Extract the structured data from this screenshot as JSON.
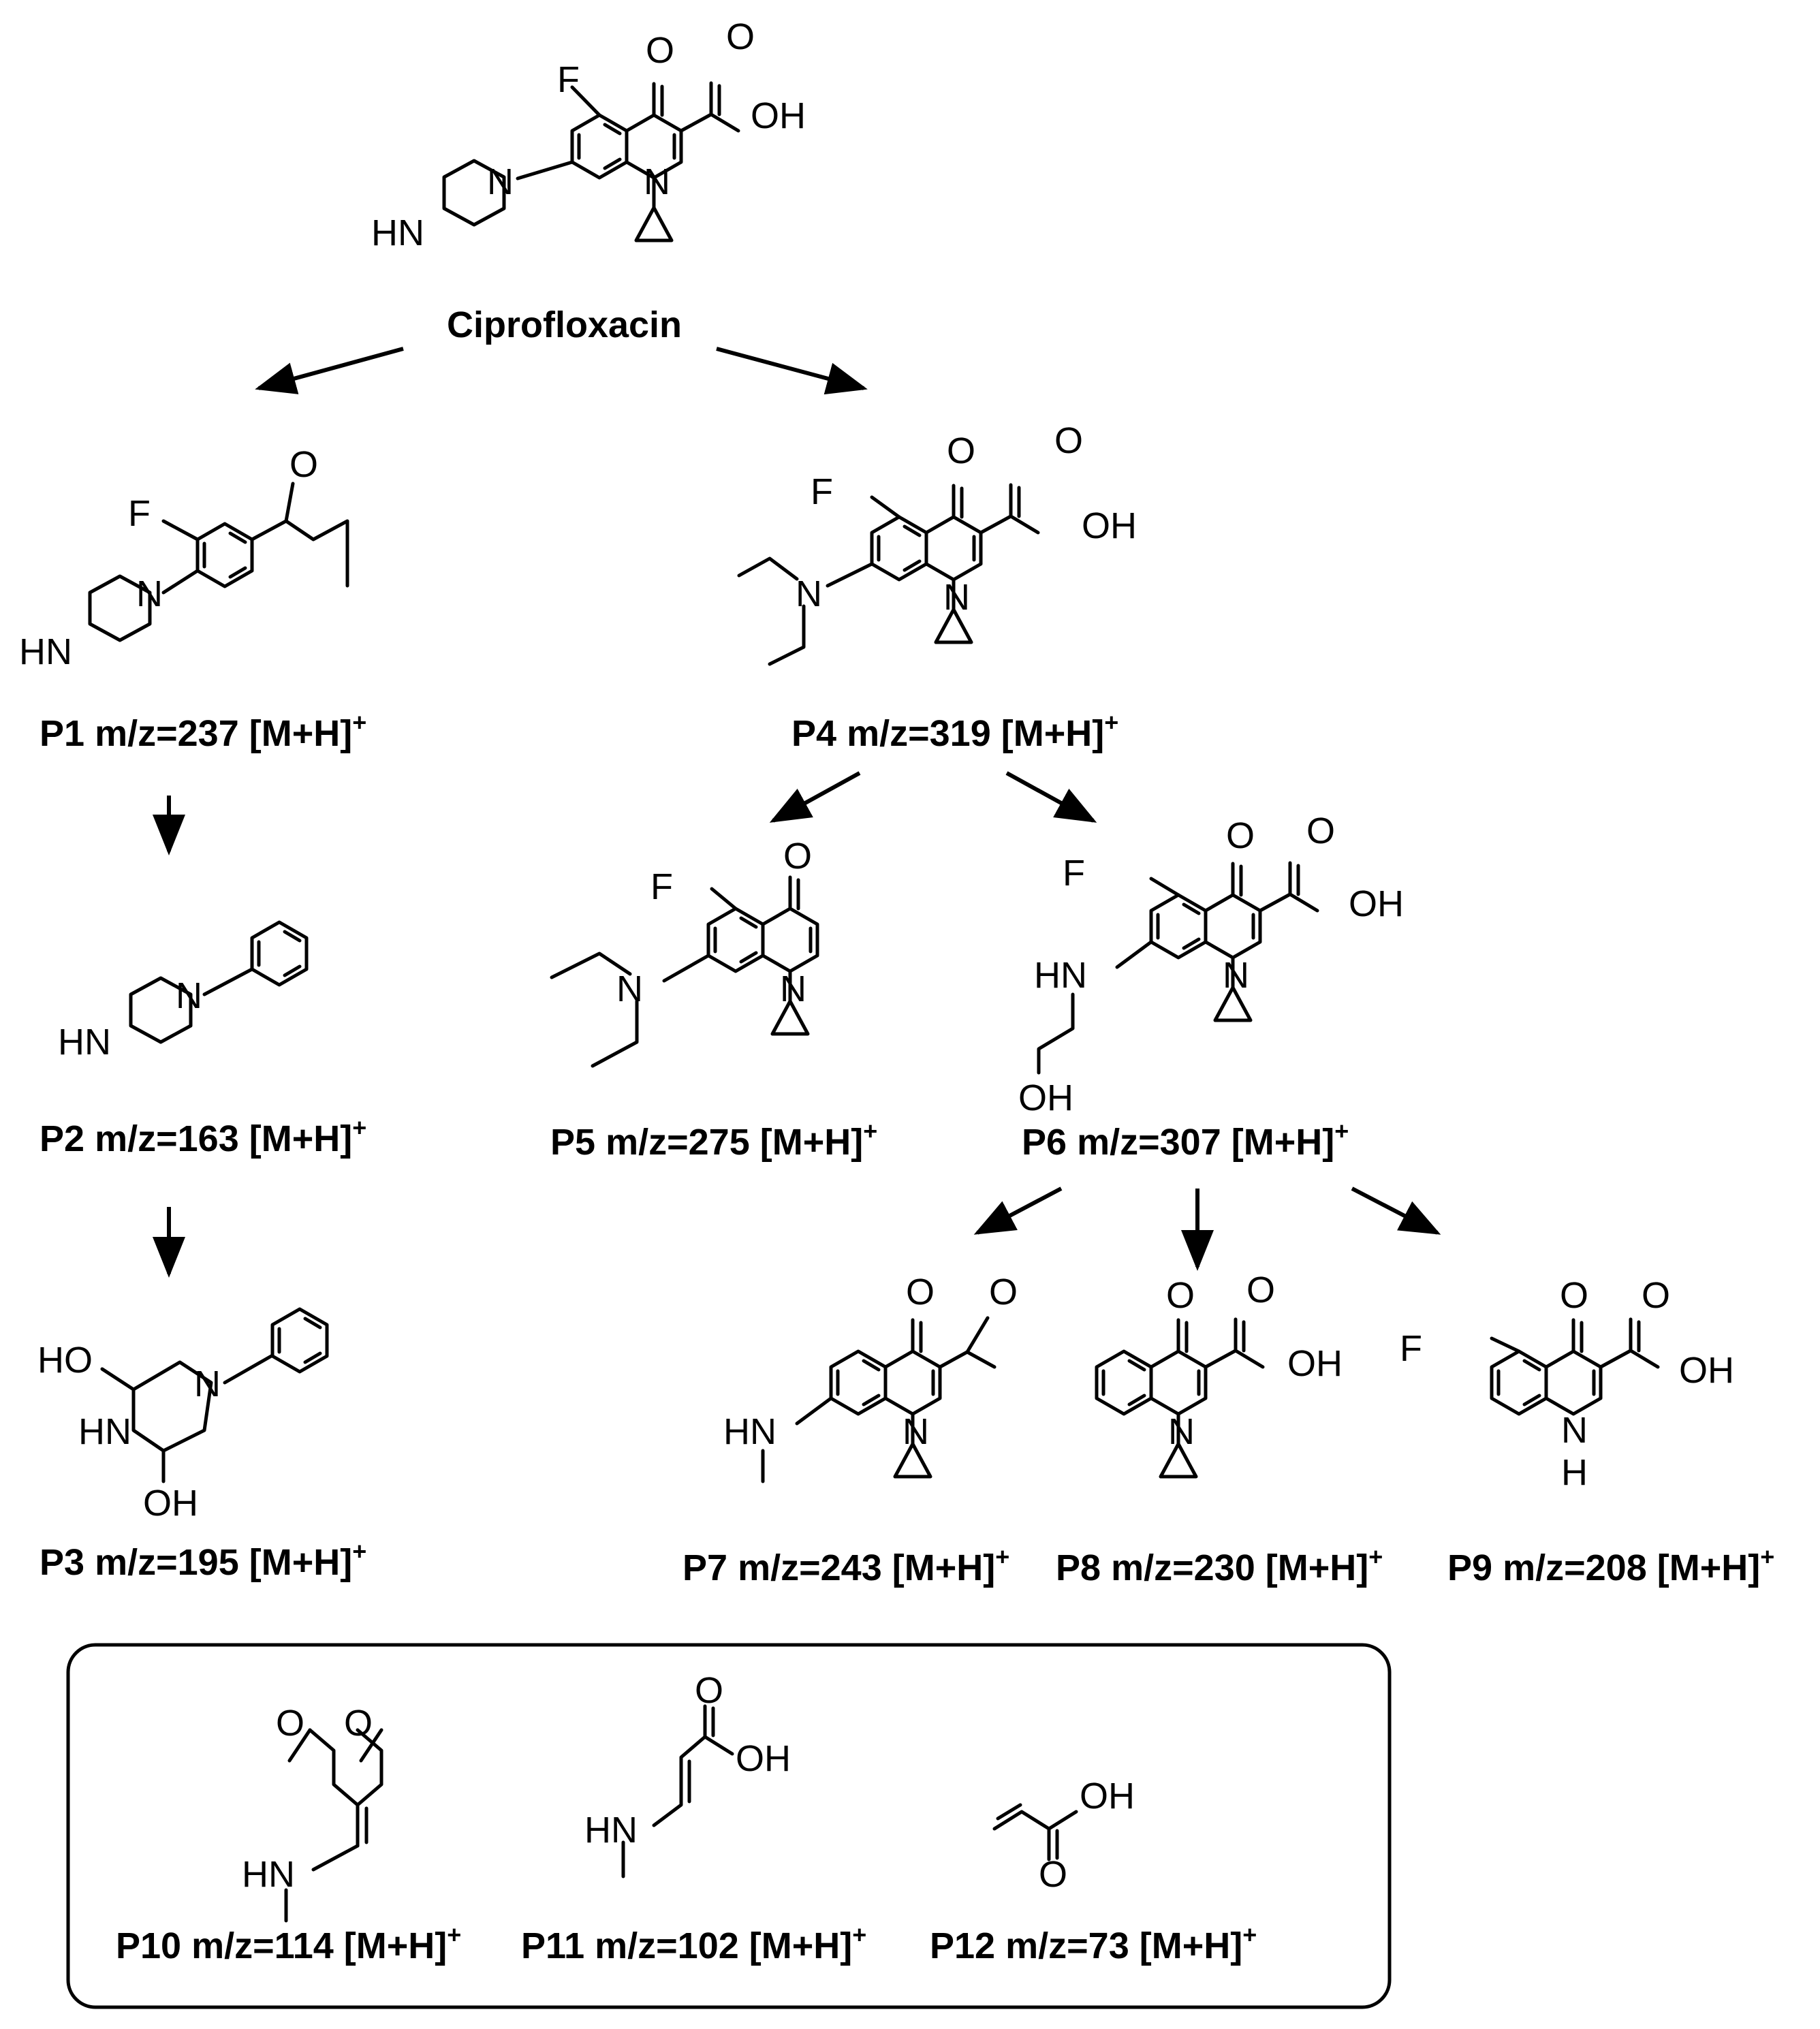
{
  "compounds": [
    {
      "id": "cip",
      "label": "Ciprofloxacin"
    },
    {
      "id": "p1",
      "name": "P1",
      "mz": "m/z=237",
      "ion": "[M+H]",
      "charge": "+"
    },
    {
      "id": "p2",
      "name": "P2",
      "mz": "m/z=163",
      "ion": "[M+H]",
      "charge": "+"
    },
    {
      "id": "p3",
      "name": "P3",
      "mz": "m/z=195",
      "ion": "[M+H]",
      "charge": "+"
    },
    {
      "id": "p4",
      "name": "P4",
      "mz": "m/z=319",
      "ion": "[M+H]",
      "charge": "+"
    },
    {
      "id": "p5",
      "name": "P5",
      "mz": "m/z=275",
      "ion": "[M+H]",
      "charge": "+"
    },
    {
      "id": "p6",
      "name": "P6",
      "mz": "m/z=307",
      "ion": "[M+H]",
      "charge": "+"
    },
    {
      "id": "p7",
      "name": "P7",
      "mz": "m/z=243",
      "ion": "[M+H]",
      "charge": "+"
    },
    {
      "id": "p8",
      "name": "P8",
      "mz": "m/z=230",
      "ion": "[M+H]",
      "charge": "+"
    },
    {
      "id": "p9",
      "name": "P9",
      "mz": "m/z=208",
      "ion": "[M+H]",
      "charge": "+"
    },
    {
      "id": "p10",
      "name": "P10",
      "mz": "m/z=114",
      "ion": "[M+H]",
      "charge": "+"
    },
    {
      "id": "p11",
      "name": "P11",
      "mz": "m/z=102",
      "ion": "[M+H]",
      "charge": "+"
    },
    {
      "id": "p12",
      "name": "P12",
      "mz": "m/z=73",
      "ion": "[M+H]",
      "charge": "+"
    }
  ],
  "atoms": {
    "F": "F",
    "O": "O",
    "N": "N",
    "OH": "OH",
    "HN": "HN",
    "HO": "HO",
    "H": "H"
  }
}
